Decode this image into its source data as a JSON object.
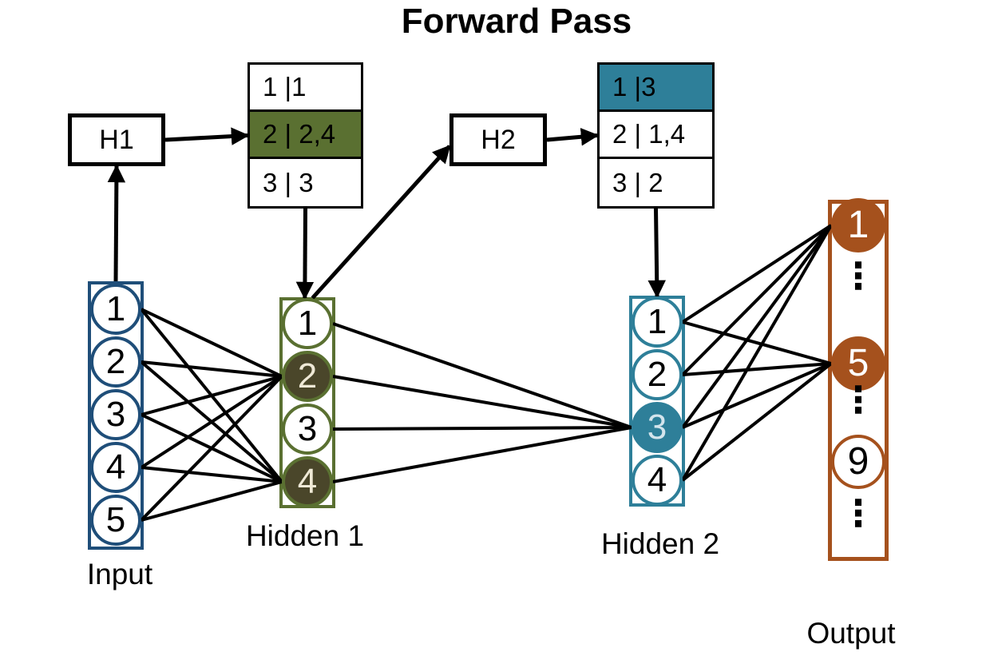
{
  "title": "Forward Pass",
  "colors": {
    "input_blue": "#1f4e79",
    "hidden1_olive": "#5a7031",
    "hidden1_active_fill": "#4a462a",
    "hidden2_teal": "#2e7f99",
    "output_brown": "#a5511d",
    "edge_black": "#000000"
  },
  "hash_functions": {
    "h1_label": "H1",
    "h2_label": "H2"
  },
  "hash_tables": {
    "table1": {
      "rows": [
        {
          "text": "1 |1",
          "highlighted": false
        },
        {
          "text": "2 | 2,4",
          "highlighted": true
        },
        {
          "text": "3 | 3",
          "highlighted": false
        }
      ]
    },
    "table2": {
      "rows": [
        {
          "text": "1 |3",
          "highlighted": true
        },
        {
          "text": "2 | 1,4",
          "highlighted": false
        },
        {
          "text": "3 | 2",
          "highlighted": false
        }
      ]
    }
  },
  "layers": {
    "input": {
      "label": "Input",
      "nodes": [
        "1",
        "2",
        "3",
        "4",
        "5"
      ]
    },
    "hidden1": {
      "label": "Hidden 1",
      "nodes": [
        "1",
        "2",
        "3",
        "4"
      ],
      "active_nodes": [
        "2",
        "4"
      ]
    },
    "hidden2": {
      "label": "Hidden 2",
      "nodes": [
        "1",
        "2",
        "3",
        "4"
      ],
      "active_nodes": [
        "3"
      ]
    },
    "output": {
      "label": "Output",
      "visible_nodes": [
        "1",
        "5",
        "9"
      ],
      "active_nodes": [
        "1",
        "5"
      ],
      "ellipsis": "⋮"
    }
  },
  "diagram": {
    "node_edges": [
      [
        "input-1",
        "h1n-2"
      ],
      [
        "input-2",
        "h1n-2"
      ],
      [
        "input-3",
        "h1n-2"
      ],
      [
        "input-4",
        "h1n-2"
      ],
      [
        "input-5",
        "h1n-2"
      ],
      [
        "input-1",
        "h1n-4"
      ],
      [
        "input-2",
        "h1n-4"
      ],
      [
        "input-3",
        "h1n-4"
      ],
      [
        "input-4",
        "h1n-4"
      ],
      [
        "input-5",
        "h1n-4"
      ],
      [
        "h1n-1",
        "h2n-3"
      ],
      [
        "h1n-2",
        "h2n-3"
      ],
      [
        "h1n-3",
        "h2n-3"
      ],
      [
        "h1n-4",
        "h2n-3"
      ],
      [
        "h2n-1",
        "out-1"
      ],
      [
        "h2n-2",
        "out-1"
      ],
      [
        "h2n-3",
        "out-1"
      ],
      [
        "h2n-4",
        "out-1"
      ],
      [
        "h2n-1",
        "out-5"
      ],
      [
        "h2n-2",
        "out-5"
      ],
      [
        "h2n-3",
        "out-5"
      ],
      [
        "h2n-4",
        "out-5"
      ]
    ],
    "flow_arrows": [
      {
        "from": "input-box",
        "fa": "top@0.5",
        "to": "h1-box",
        "ta": "bottom@0.5"
      },
      {
        "from": "h1-box",
        "fa": "right@0.5",
        "to": "table1",
        "ta": "left@0.5"
      },
      {
        "from": "table1",
        "fa": "bottom@0.5",
        "to": "h1n-1",
        "ta": "top@0.45"
      },
      {
        "from": "h1n-1",
        "fa": "top@0.6",
        "to": "h2-box",
        "ta": "left@0.62"
      },
      {
        "from": "h2-box",
        "fa": "right@0.5",
        "to": "table2",
        "ta": "left@0.5"
      },
      {
        "from": "table2",
        "fa": "bottom@0.5",
        "to": "h2n-1",
        "ta": "top@0.5"
      }
    ]
  }
}
